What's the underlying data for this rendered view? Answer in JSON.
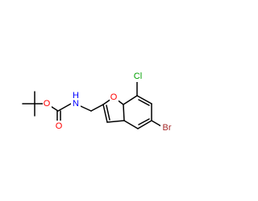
{
  "colors": {
    "background": "#ffffff",
    "bond": "#000000",
    "oxygen": "#ff0000",
    "nitrogen": "#0000ff",
    "chlorine": "#00a000",
    "bromine": "#a52a2a"
  },
  "atom_labels": {
    "ester_o": "O",
    "carbonyl_o": "O",
    "n": "N",
    "n_h": "H",
    "ring_o": "O",
    "cl": "Cl",
    "br": "Br"
  }
}
